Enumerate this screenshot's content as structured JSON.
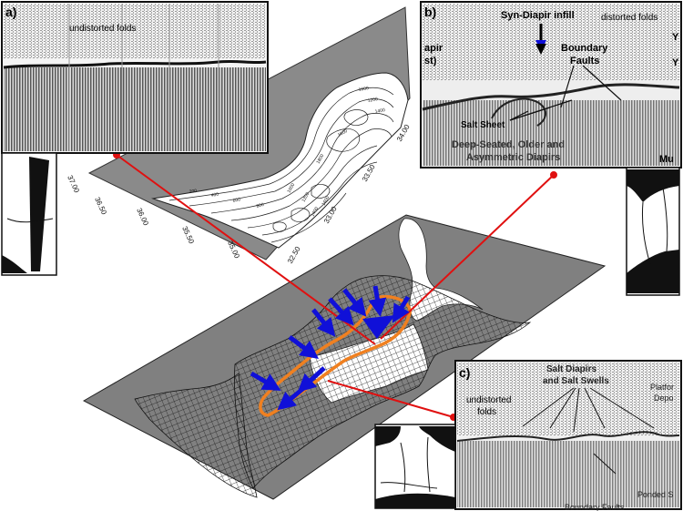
{
  "panels": {
    "a": {
      "label": "a)",
      "caption": "undistorted folds"
    },
    "b": {
      "label": "b)",
      "captions": {
        "syn_diapir": "Syn-Diapir infill",
        "distorted": "distorted folds",
        "diapir_partial": "apir",
        "diapir_paren": "st)",
        "boundary_faults_1": "Boundary",
        "boundary_faults_2": "Faults",
        "salt_sheet": "Salt Sheet",
        "deep_seated_1": "Deep-Seated, Older and",
        "deep_seated_2": "Asymmetric Diapirs",
        "right_y1": "Y",
        "right_y2": "Y",
        "mu": "Mu"
      }
    },
    "c": {
      "label": "c)",
      "captions": {
        "salt_diapirs_1": "Salt Diapirs",
        "salt_diapirs_2": "and Salt Swells",
        "undistorted_1": "undistorted",
        "undistorted_2": "folds",
        "platform_1": "Platfor",
        "platform_2": "Depo",
        "ponded": "Ponded S",
        "boundary_faults": "Boundary Faults"
      }
    }
  },
  "map": {
    "axis_ticks_left": [
      "37.00",
      "36.50",
      "36.00",
      "35.50",
      "35.00"
    ],
    "axis_ticks_bottom": [
      "32.50",
      "33.00",
      "33.50",
      "34.00"
    ],
    "contour_labels": [
      "1000",
      "1200",
      "1400",
      "1600",
      "1800",
      "1000",
      "1200",
      "1400",
      "1600",
      "800",
      "600",
      "400",
      "200"
    ]
  },
  "colors": {
    "arrow_blue": "#1010d8",
    "outline_orange": "#f08020",
    "leader_red": "#e01010",
    "land_grey": "#7a7a7a",
    "sea_white": "#ffffff"
  }
}
